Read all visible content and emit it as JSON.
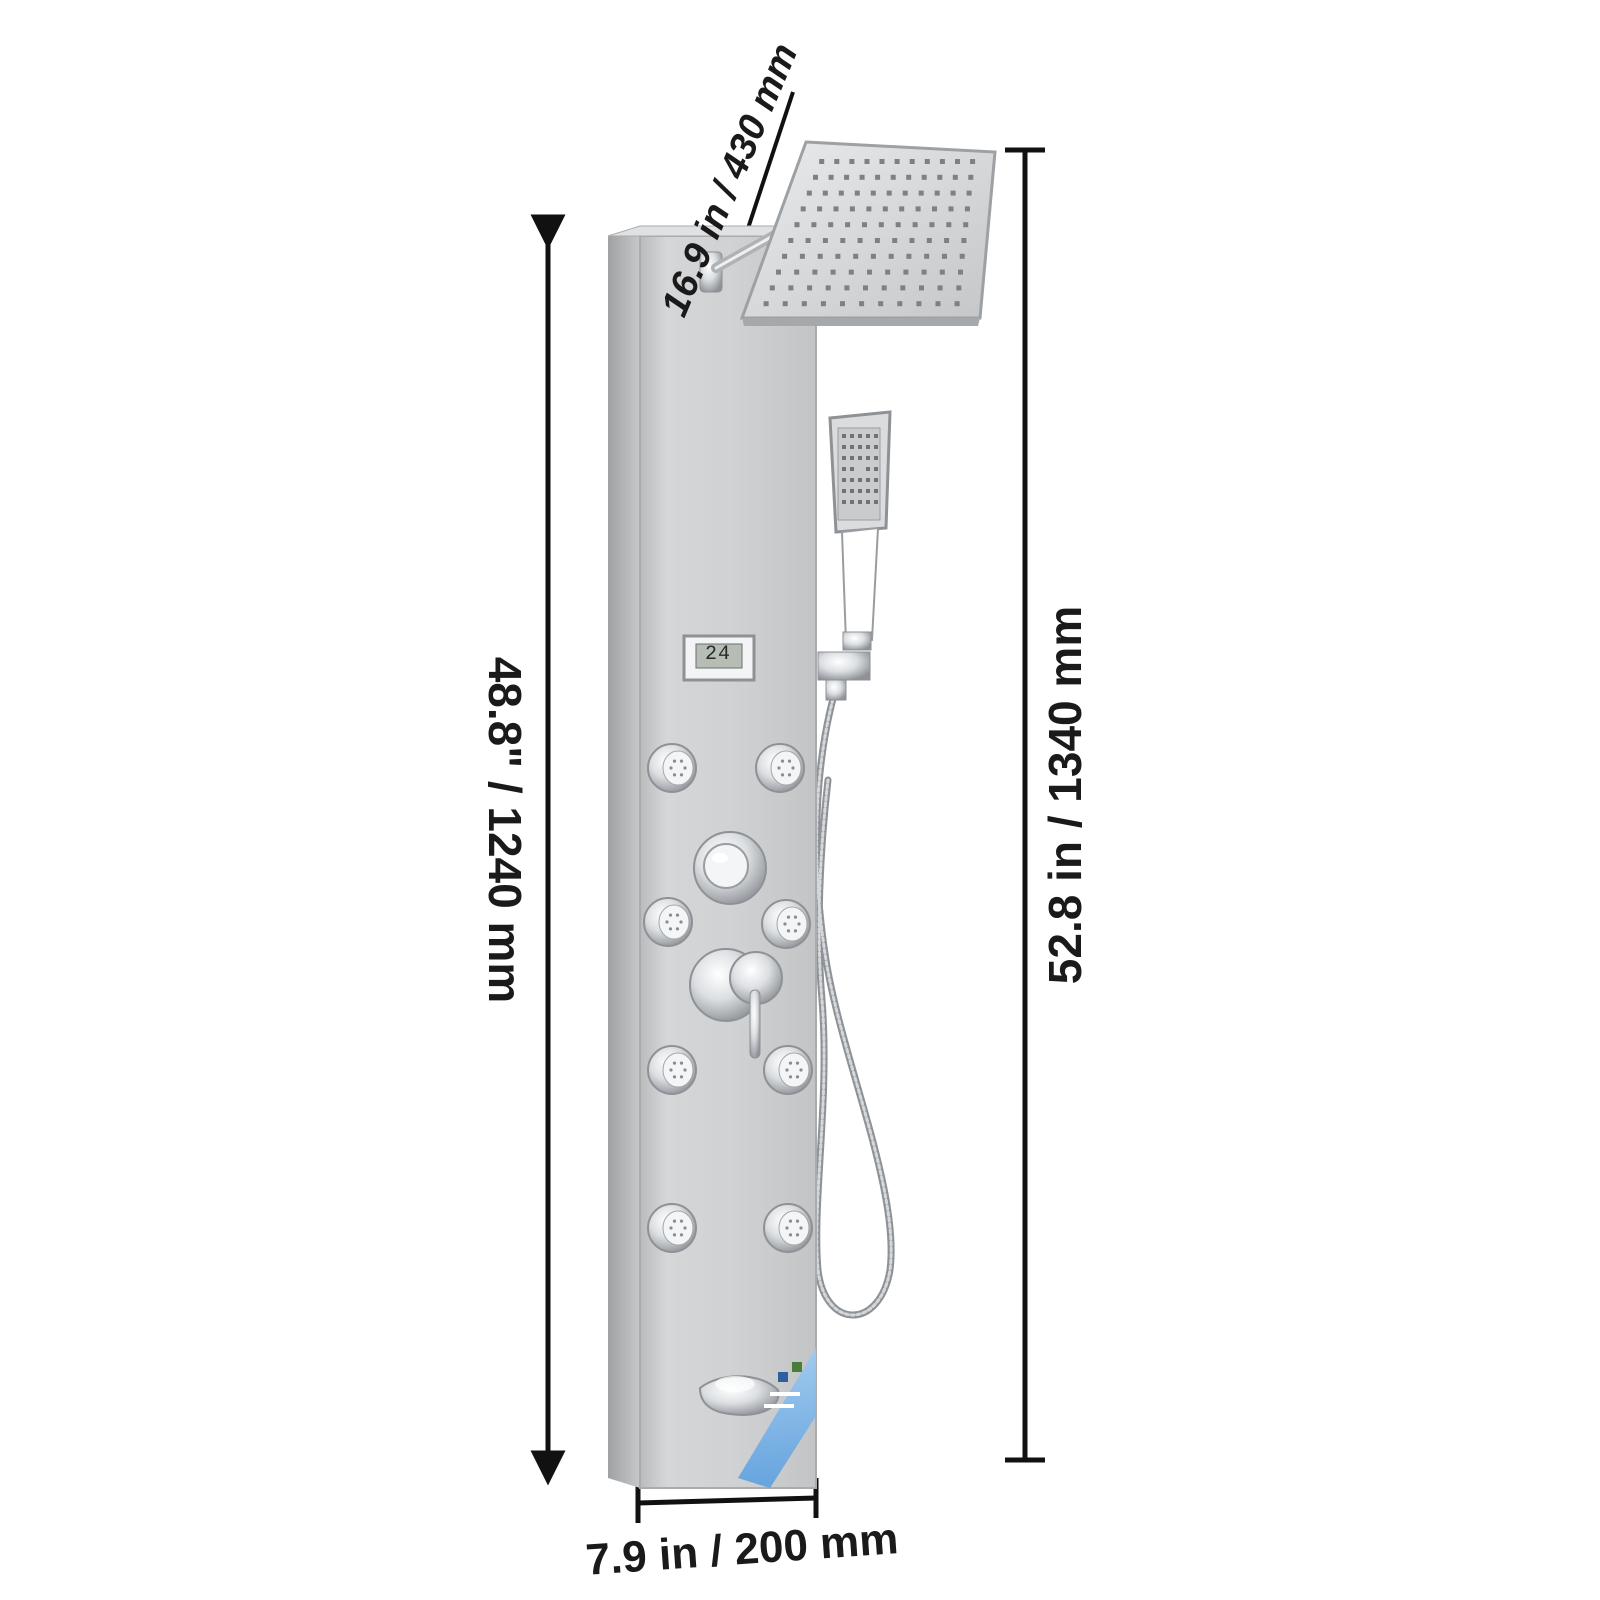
{
  "dimensions": {
    "panel_height": "48.8\" / 1240 mm",
    "total_height": "52.8 in / 1340 mm",
    "panel_width": "7.9 in / 200 mm",
    "showerhead_size": "16.9 in / 430 mm"
  },
  "display": {
    "reading": "24"
  },
  "product": {
    "body_jet_count": 8,
    "icons": [
      "rain-showerhead-icon",
      "handheld-shower-icon",
      "lcd-thermometer-icon",
      "body-jet-icon",
      "thermostat-knob-icon",
      "diverter-lever-icon",
      "tub-spout-icon",
      "shower-hose-icon"
    ]
  },
  "colors": {
    "panel": "#c9cbcd",
    "panel_edge": "#a9abad",
    "chrome": "#e6e8ea",
    "dimension_line": "#111111",
    "sticker": "#6fb0e8"
  }
}
